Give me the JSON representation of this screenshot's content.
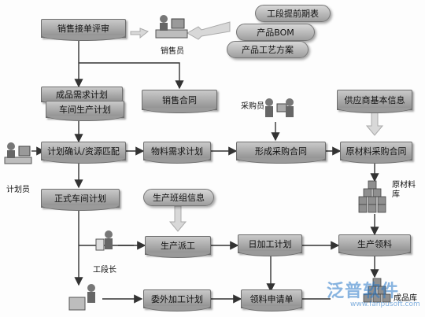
{
  "nodes": {
    "n1": "销售接单评审",
    "n2": "成品需求计划",
    "n3": "车间生产计划",
    "n4": "销售合同",
    "n5": "计划确认/资源匹配",
    "n6": "物料需求计划",
    "n7": "形成采购合同",
    "n8": "原材料采购合同",
    "n9": "供应商基本信息",
    "n10": "正式车间计划",
    "n11": "生产班组信息",
    "n12": "生产派工",
    "n13": "日加工计划",
    "n14": "生产领料",
    "n15": "委外加工计划",
    "n16": "领料申请单"
  },
  "scrolls": {
    "s1": "工段提前期表",
    "s2": "产品BOM",
    "s3": "产品工艺方案"
  },
  "actors": {
    "a1": "销售员",
    "a2": "采购员",
    "a3": "计划员",
    "a4": "工段长"
  },
  "stores": {
    "st1": "原材料\n库",
    "st2": "成品库"
  },
  "watermark": {
    "text": "泛普软件",
    "url": "www.fanpusoft.com"
  }
}
